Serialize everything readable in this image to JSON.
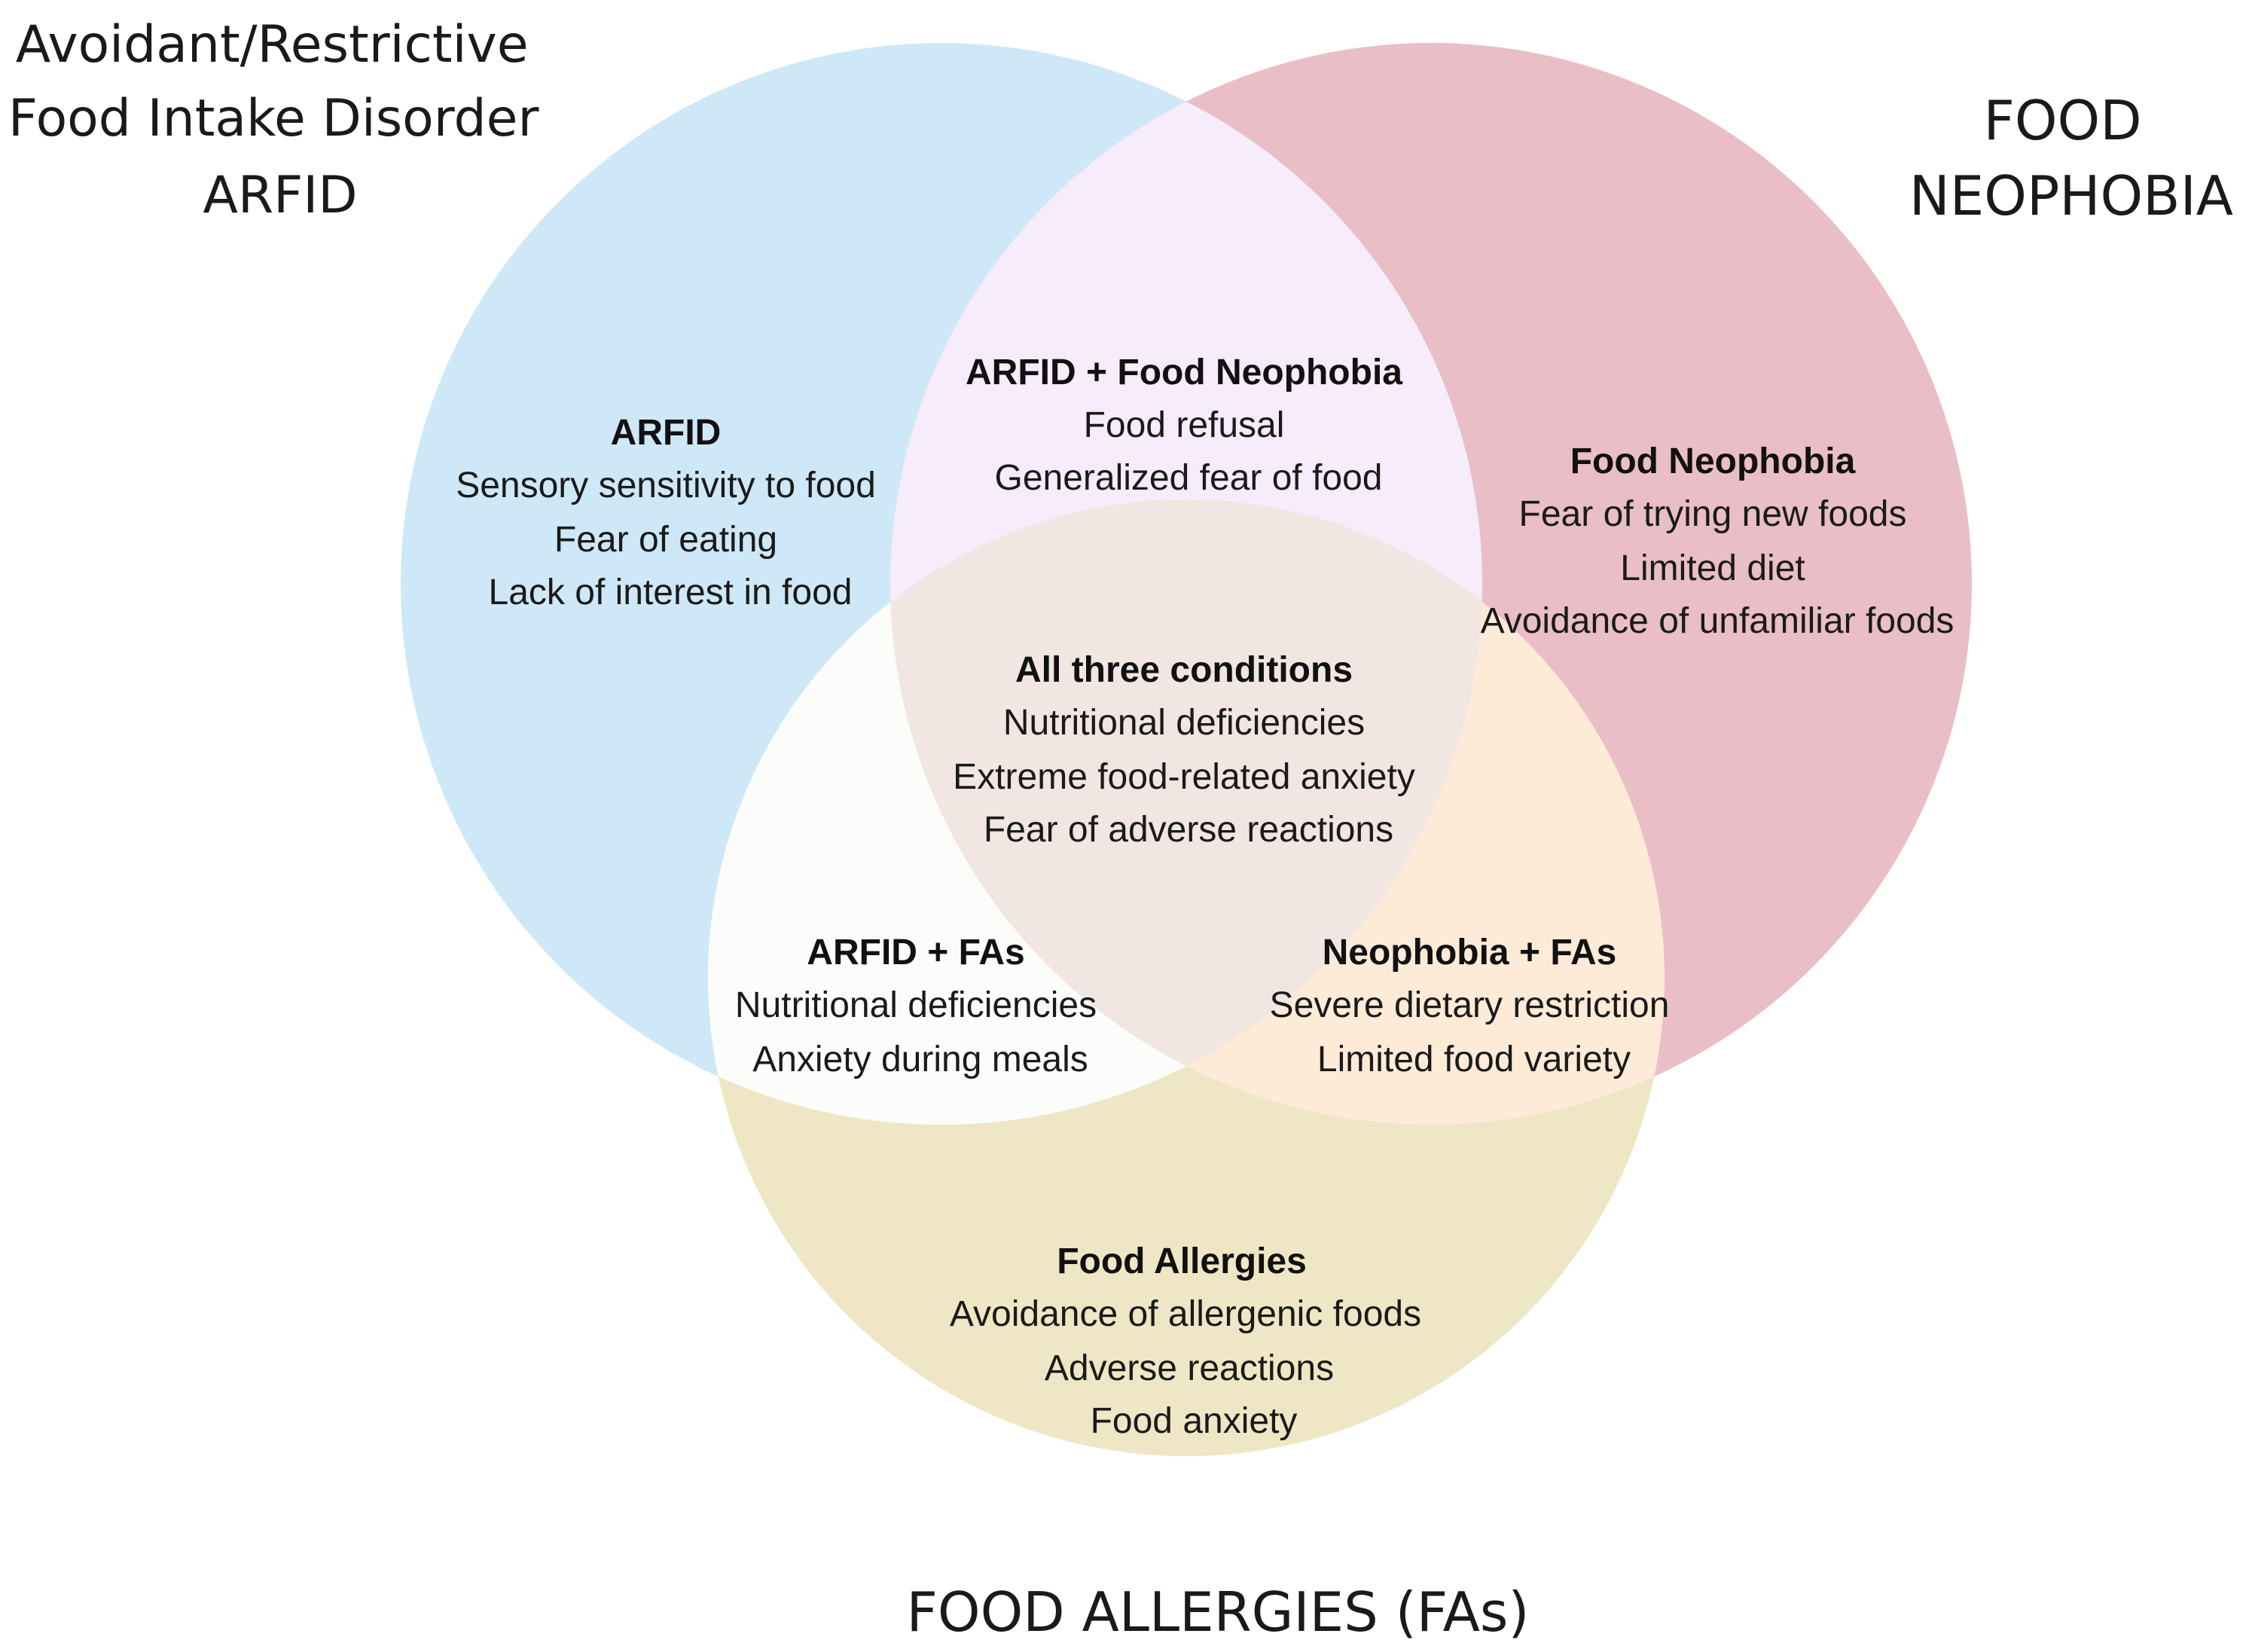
{
  "colors": {
    "arfid": "#cfe8f7",
    "neophobia": "#e9bec6",
    "allergies": "#efe6c5",
    "arfid_neophobia": "#f6ecfb",
    "arfid_allergies": "#fcfdfb",
    "neophobia_allergies": "#fdebd8",
    "all_three": "#f1e6e2",
    "text": "#1a1a1a"
  },
  "sets": {
    "arfid": {
      "title_lines": [
        "Avoidant/Restrictive",
        "Food Intake Disorder",
        "ARFID"
      ]
    },
    "neophobia": {
      "title_lines": [
        "FOOD",
        "NEOPHOBIA"
      ]
    },
    "allergies": {
      "title": "FOOD ALLERGIES  (FAs)"
    }
  },
  "regions": {
    "arfid_only": {
      "heading": "ARFID",
      "lines": [
        "Sensory sensitivity to food",
        "Fear of eating",
        "Lack of interest in food"
      ]
    },
    "neophobia_only": {
      "heading": "Food Neophobia",
      "lines": [
        "Fear of trying new foods",
        "Limited diet",
        "Avoidance of unfamiliar foods"
      ]
    },
    "allergies_only": {
      "heading": "Food Allergies",
      "lines": [
        "Avoidance of allergenic foods",
        "Adverse reactions",
        "Food anxiety"
      ]
    },
    "arfid_neophobia": {
      "heading": "ARFID + Food Neophobia",
      "lines": [
        "Food refusal",
        "Generalized fear of food"
      ]
    },
    "arfid_allergies": {
      "heading": "ARFID + FAs",
      "lines": [
        "Nutritional deficiencies",
        "Anxiety during meals"
      ]
    },
    "neophobia_allergies": {
      "heading": "Neophobia + FAs",
      "lines": [
        "Severe dietary restriction",
        "Limited food variety"
      ]
    },
    "all_three": {
      "heading": "All three conditions",
      "lines": [
        "Nutritional deficiencies",
        "Extreme food-related anxiety",
        "Fear of adverse reactions"
      ]
    }
  }
}
